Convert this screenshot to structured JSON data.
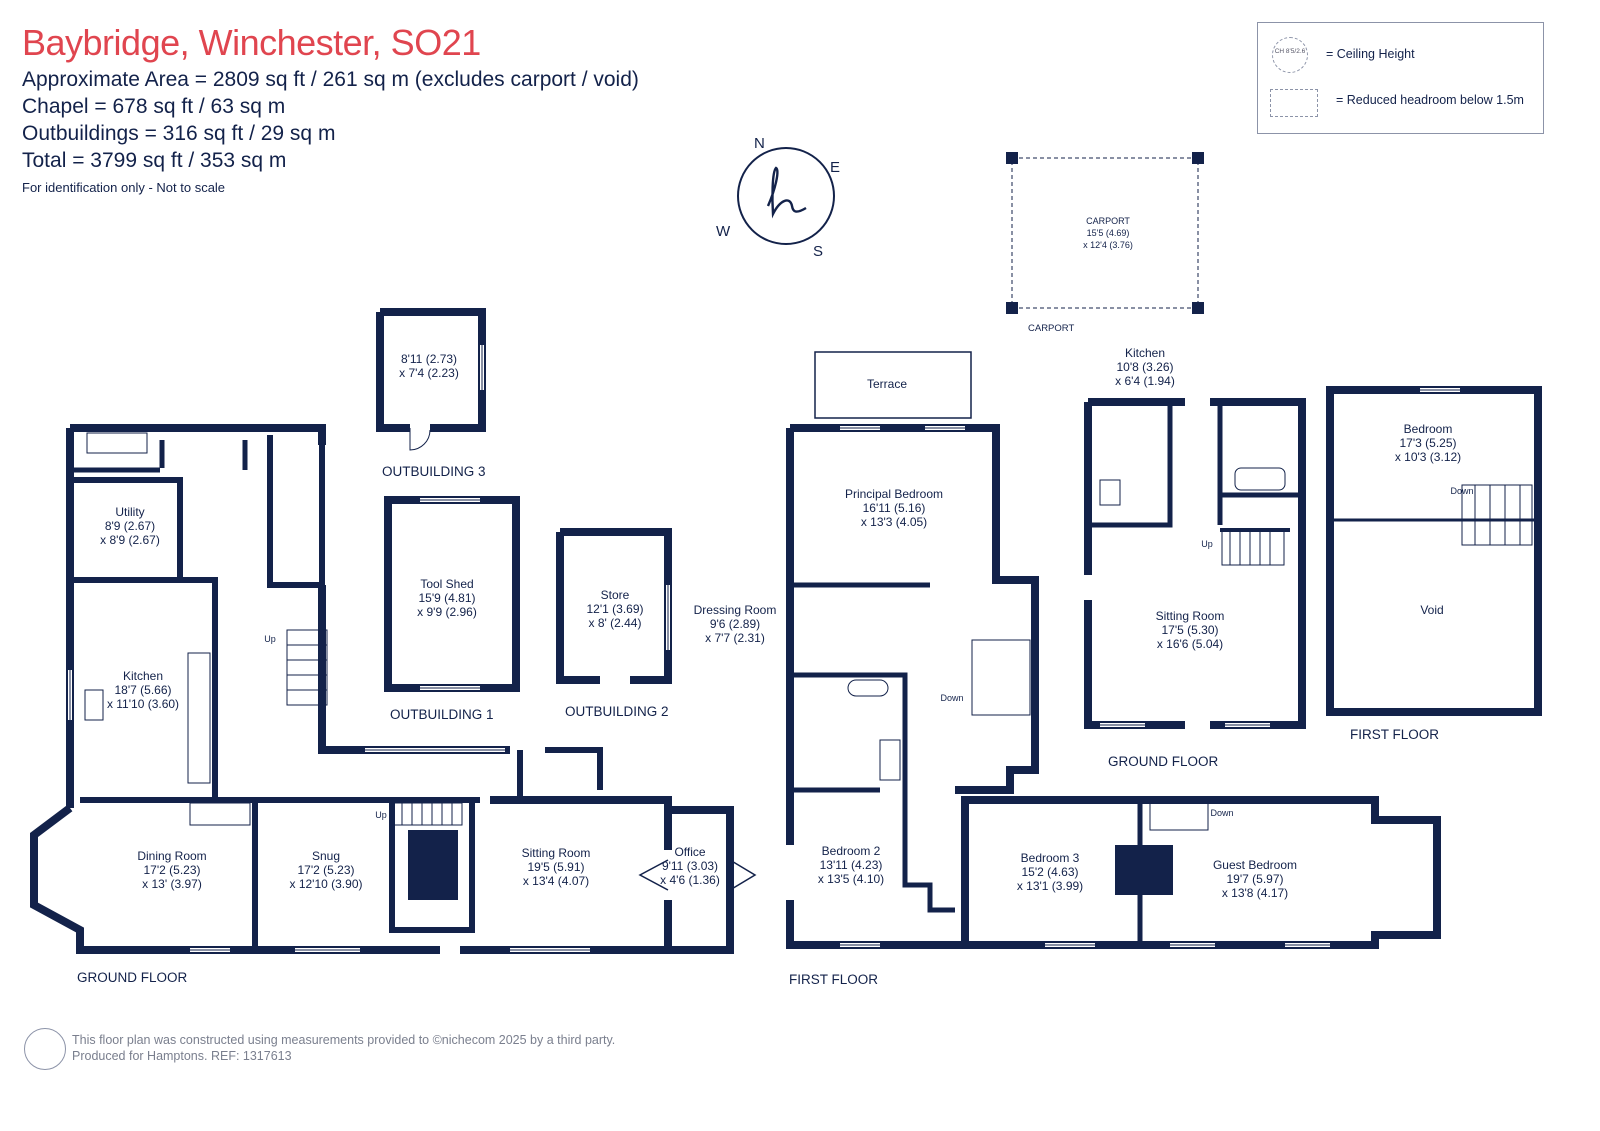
{
  "header": {
    "title": "Baybridge, Winchester, SO21",
    "approx_area": "Approximate Area = 2809 sq ft / 261 sq m (excludes carport / void)",
    "chapel": "Chapel = 678 sq ft / 63 sq m",
    "outbuildings": "Outbuildings = 316 sq ft / 29 sq m",
    "total": "Total = 3799 sq ft / 353 sq m",
    "note": "For identification only - Not to scale"
  },
  "legend": {
    "ceiling_height_symbol": "CH 8'5/2.6",
    "ceiling_height": "= Ceiling Height",
    "reduced_headroom": "= Reduced headroom below 1.5m"
  },
  "compass": {
    "n": "N",
    "e": "E",
    "s": "S",
    "w": "W",
    "logo": "h"
  },
  "colors": {
    "title": "#e0454f",
    "walls": "#13224a",
    "text": "#13224a"
  },
  "rooms": {
    "main_ground": {
      "utility": {
        "name": "Utility",
        "d1": "8'9 (2.67)",
        "d2": "x 8'9 (2.67)"
      },
      "kitchen": {
        "name": "Kitchen",
        "d1": "18'7 (5.66)",
        "d2": "x 11'10 (3.60)"
      },
      "dining": {
        "name": "Dining Room",
        "d1": "17'2 (5.23)",
        "d2": "x 13' (3.97)"
      },
      "snug": {
        "name": "Snug",
        "d1": "17'2 (5.23)",
        "d2": "x 12'10 (3.90)"
      },
      "sitting": {
        "name": "Sitting Room",
        "d1": "19'5 (5.91)",
        "d2": "x 13'4 (4.07)"
      },
      "office": {
        "name": "Office",
        "d1": "9'11 (3.03)",
        "d2": "x 4'6 (1.36)"
      },
      "up1": "Up",
      "up2": "Up"
    },
    "outbuilding3": {
      "d1": "8'11 (2.73)",
      "d2": "x 7'4 (2.23)"
    },
    "tool_shed": {
      "name": "Tool Shed",
      "d1": "15'9 (4.81)",
      "d2": "x 9'9 (2.96)"
    },
    "store": {
      "name": "Store",
      "d1": "12'1 (3.69)",
      "d2": "x 8' (2.44)"
    },
    "first": {
      "terrace": "Terrace",
      "principal": {
        "name": "Principal Bedroom",
        "d1": "16'11 (5.16)",
        "d2": "x 13'3 (4.05)"
      },
      "dressing": {
        "name": "Dressing Room",
        "d1": "9'6 (2.89)",
        "d2": "x 7'7 (2.31)"
      },
      "bed2": {
        "name": "Bedroom 2",
        "d1": "13'11 (4.23)",
        "d2": "x 13'5 (4.10)"
      },
      "bed3": {
        "name": "Bedroom 3",
        "d1": "15'2 (4.63)",
        "d2": "x 13'1 (3.99)"
      },
      "guest": {
        "name": "Guest Bedroom",
        "d1": "19'7 (5.97)",
        "d2": "x 13'8 (4.17)"
      },
      "down1": "Down",
      "down2": "Down"
    },
    "carport": {
      "name": "CARPORT",
      "d1": "15'5 (4.69)",
      "d2": "x 12'4 (3.76)",
      "caption": "CARPORT"
    },
    "chapel_ground": {
      "kitchen": {
        "name": "Kitchen",
        "d1": "10'8 (3.26)",
        "d2": "x 6'4 (1.94)"
      },
      "sitting": {
        "name": "Sitting Room",
        "d1": "17'5 (5.30)",
        "d2": "x 16'6 (5.04)"
      },
      "up": "Up"
    },
    "chapel_first": {
      "bedroom": {
        "name": "Bedroom",
        "d1": "17'3 (5.25)",
        "d2": "x 10'3 (3.12)"
      },
      "void": "Void",
      "down": "Down"
    }
  },
  "floor_labels": {
    "ground1": "GROUND FLOOR",
    "first1": "FIRST FLOOR",
    "outbuilding1": "OUTBUILDING 1",
    "outbuilding2": "OUTBUILDING 2",
    "outbuilding3": "OUTBUILDING 3",
    "ground2": "GROUND FLOOR",
    "first2": "FIRST FLOOR"
  },
  "footer": {
    "line1": "This floor plan was constructed using measurements provided to ©nichecom 2025 by a third party.",
    "line2": "Produced for Hamptons.     REF:    1317613"
  }
}
